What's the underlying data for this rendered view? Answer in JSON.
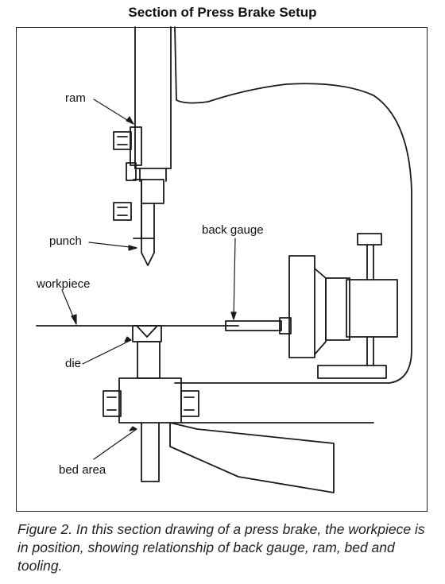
{
  "title": "Section of Press Brake Setup",
  "labels": {
    "ram": "ram",
    "punch": "punch",
    "workpiece": "workpiece",
    "die": "die",
    "bed_area": "bed area",
    "back_gauge": "back gauge"
  },
  "caption": "Figure 2. In this section drawing of a press brake, the workpiece is in position, showing relationship of back gauge, ram, bed and tooling."
}
